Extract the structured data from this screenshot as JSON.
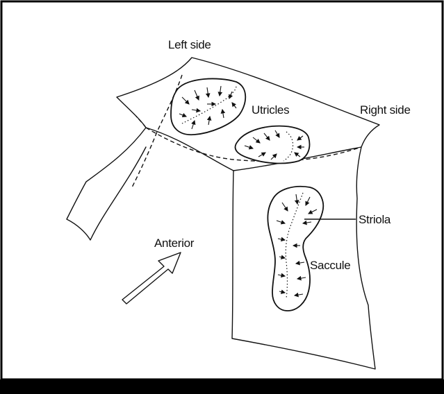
{
  "labels": {
    "left_side": "Left side",
    "right_side": "Right side",
    "utricles": "Utricles",
    "striola": "Striola",
    "saccule": "Saccule",
    "anterior": "Anterior"
  },
  "colors": {
    "background": "#ffffff",
    "ink": "#111111",
    "frame": "#000000"
  }
}
